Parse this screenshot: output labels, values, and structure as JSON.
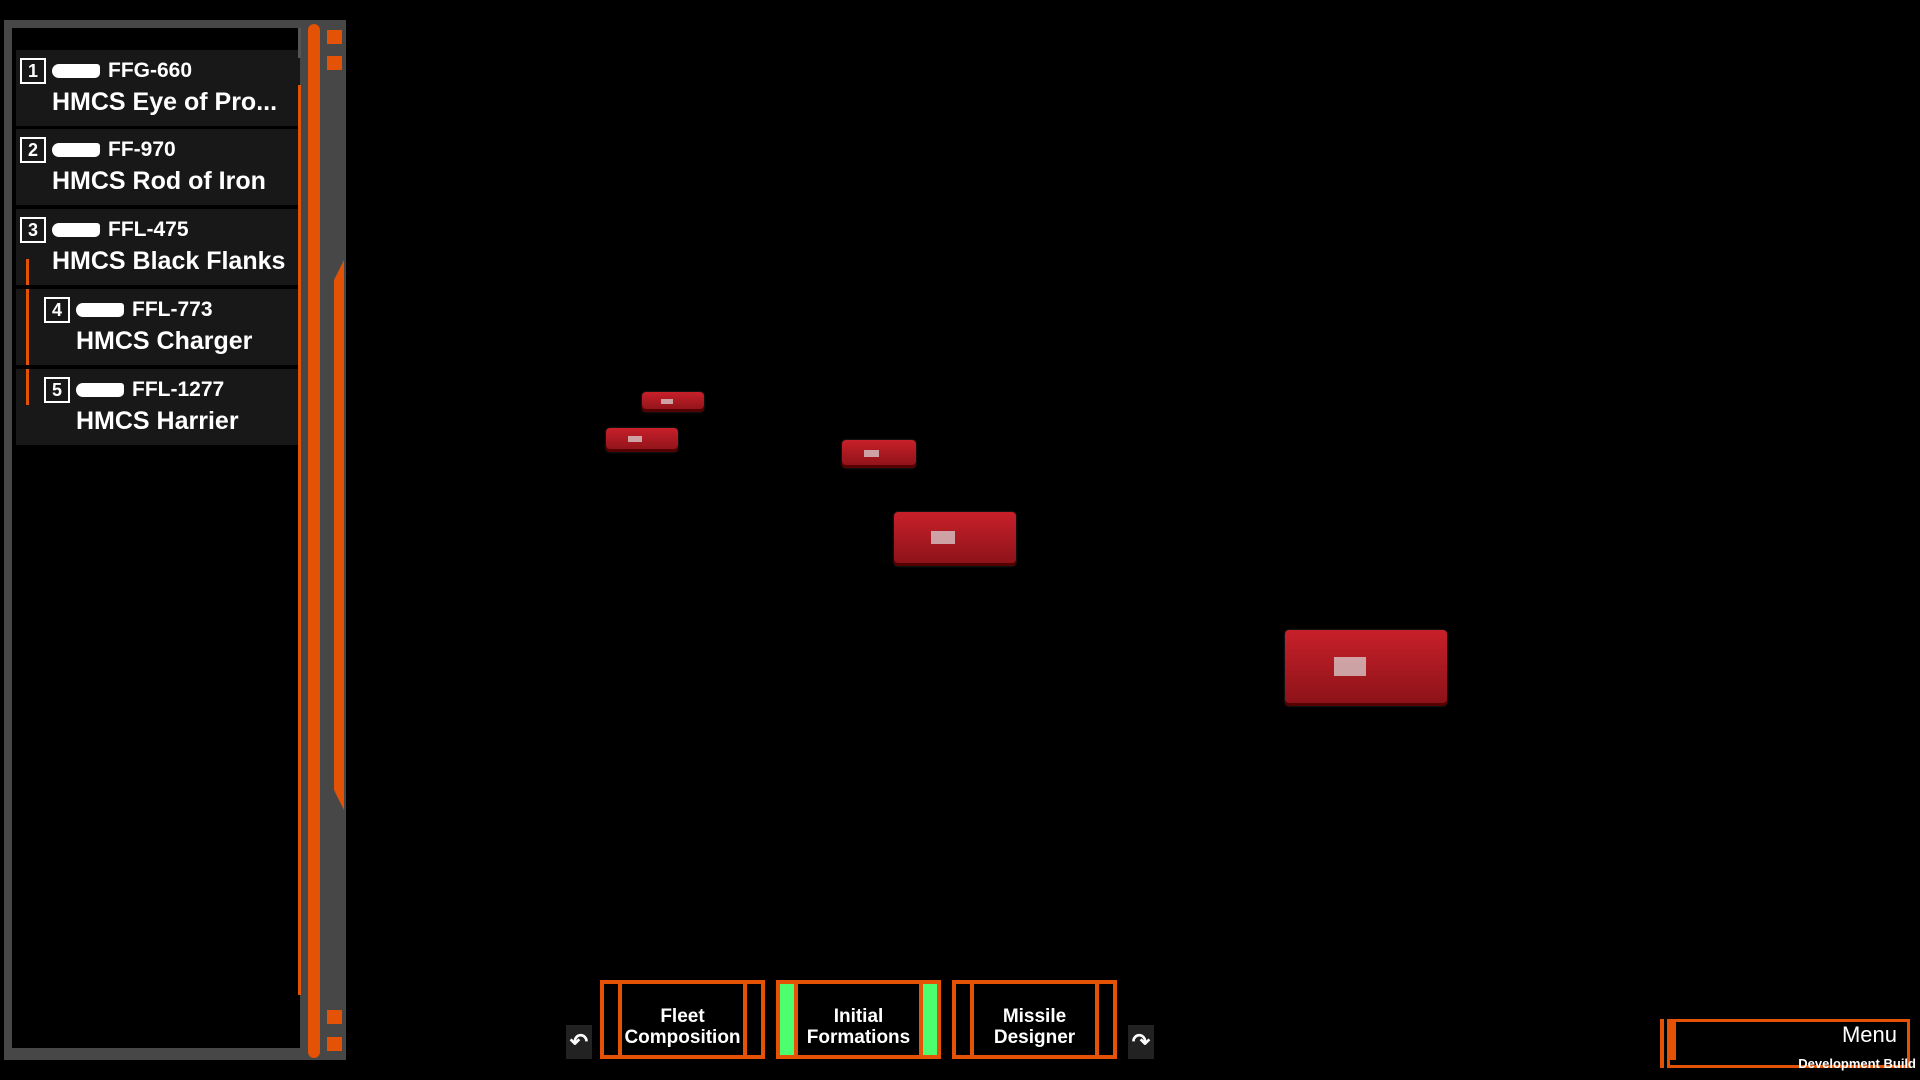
{
  "fleet": [
    {
      "index": "1",
      "hull": "FFG-660",
      "name": "HMCS Eye of Pro..."
    },
    {
      "index": "2",
      "hull": "FF-970",
      "name": "HMCS Rod of Iron"
    },
    {
      "index": "3",
      "hull": "FFL-475",
      "name": "HMCS Black Flanks"
    },
    {
      "index": "4",
      "hull": "FFL-773",
      "name": "HMCS Charger"
    },
    {
      "index": "5",
      "hull": "FFL-1277",
      "name": "HMCS Harrier"
    }
  ],
  "tabs": [
    {
      "label": "Fleet Composition",
      "active": false
    },
    {
      "label": "Initial Formations",
      "active": true
    },
    {
      "label": "Missile Designer",
      "active": false
    }
  ],
  "menu_label": "Menu",
  "build_label": "Development Build",
  "colors": {
    "accent": "#e35205",
    "active": "#4cff6e",
    "panel": "#474747"
  }
}
